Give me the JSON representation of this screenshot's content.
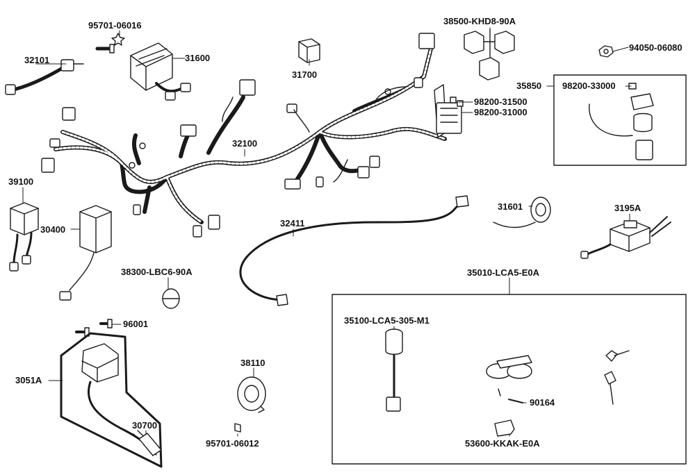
{
  "labels": {
    "p95701_06016": "95701-06016",
    "p32101": "32101",
    "p31600": "31600",
    "p31700": "31700",
    "p38500": "38500-KHD8-90A",
    "p94050": "94050-06080",
    "p35850": "35850",
    "p98200_33000": "98200-33000",
    "p98200_31500": "98200-31500",
    "p98200_31000": "98200-31000",
    "p32100": "32100",
    "p39100": "39100",
    "p30400": "30400",
    "p32411": "32411",
    "p31601": "31601",
    "p3195A": "3195A",
    "p38300": "38300-LBC6-90A",
    "p35010": "35010-LCA5-E0A",
    "p96001": "96001",
    "p35100": "35100-LCA5-305-M1",
    "p3051A": "3051A",
    "p38110": "38110",
    "p30700": "30700",
    "p90164": "90164",
    "p95701_06012": "95701-06012",
    "p53600": "53600-KKAK-E0A"
  },
  "colors": {
    "line": "#1a1a1a",
    "fill": "#ffffff"
  }
}
